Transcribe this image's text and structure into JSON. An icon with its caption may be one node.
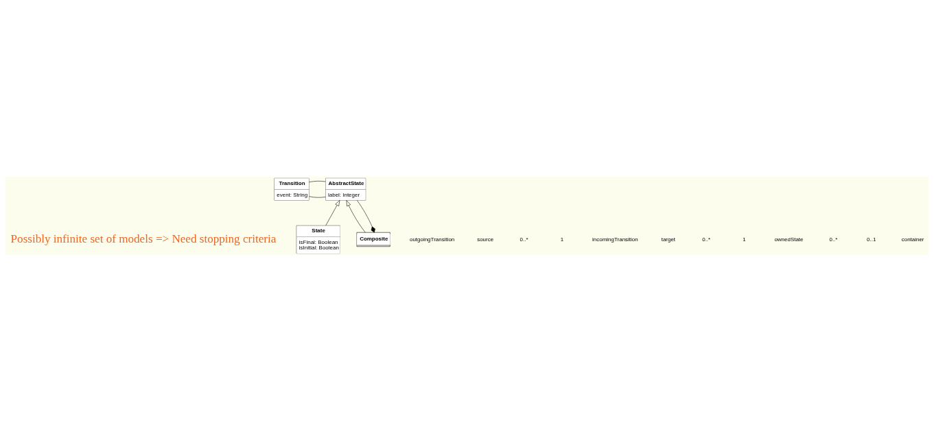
{
  "diagram": {
    "nodes": [
      {
        "text": [
          "Transition",
          "event: String"
        ]
      },
      {
        "text": [
          "AbstractState",
          "label: Integer"
        ]
      },
      {
        "text": [
          "State",
          "isFinal: Boolean",
          "isInitial: Boolean"
        ]
      },
      {
        "text": [
          "Composite"
        ]
      }
    ],
    "edges": [
      {
        "from": 0,
        "to": 1,
        "arrow": "none"
      },
      {
        "from": 0,
        "to": 1,
        "arrow": "none"
      },
      {
        "from": 2,
        "to": 1,
        "arrow": "to"
      },
      {
        "from": 3,
        "to": 1,
        "arrow": "to"
      },
      {
        "from": 3,
        "to": 1,
        "arrow": "other"
      }
    ],
    "labels": [
      "outgoingTransition",
      "source",
      "0..*",
      "1",
      "incomingTransition",
      "target",
      "0..*",
      "1",
      "ownedState",
      "0..*",
      "Possibly infinite set of models => Need stopping criteria",
      "0..1",
      "container"
    ]
  }
}
